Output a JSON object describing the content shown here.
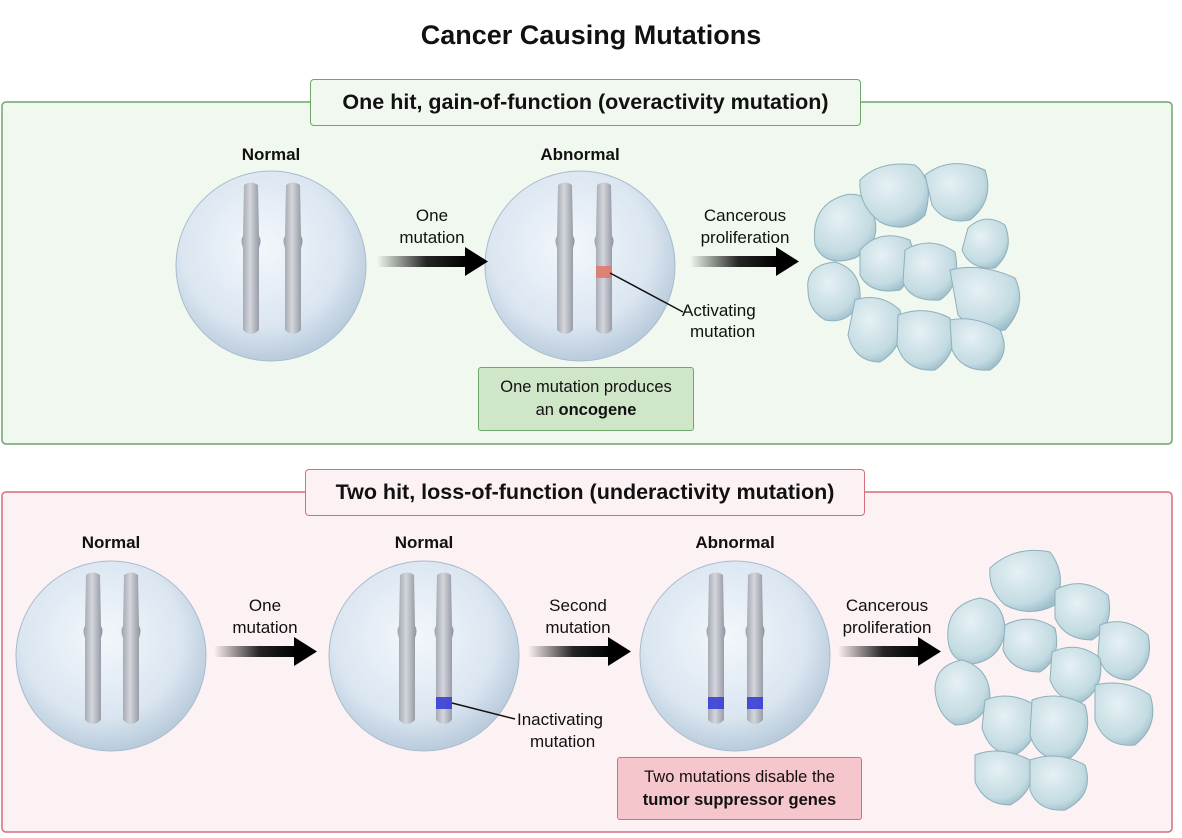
{
  "title": "Cancer Causing Mutations",
  "top_panel": {
    "banner": "One hit, gain-of-function (overactivity mutation)",
    "cell1_label": "Normal",
    "cell2_label": "Abnormal",
    "arrow1_line1": "One",
    "arrow1_line2": "mutation",
    "arrow2_line1": "Cancerous",
    "arrow2_line2": "proliferation",
    "callout_line1": "Activating",
    "callout_line2": "mutation",
    "note_line1": "One mutation produces",
    "note_line2_prefix": "an ",
    "note_line2_bold": "oncogene"
  },
  "bottom_panel": {
    "banner": "Two hit, loss-of-function (underactivity mutation)",
    "cell1_label": "Normal",
    "cell2_label": "Normal",
    "cell3_label": "Abnormal",
    "arrow1_line1": "One",
    "arrow1_line2": "mutation",
    "arrow2_line1": "Second",
    "arrow2_line2": "mutation",
    "arrow3_line1": "Cancerous",
    "arrow3_line2": "proliferation",
    "callout_line1": "Inactivating",
    "callout_line2": "mutation",
    "note_line1": "Two mutations disable the",
    "note_line2_bold": "tumor suppressor genes"
  },
  "colors": {
    "top_panel_bg": "#f1f8ef",
    "top_panel_border": "#6fa66a",
    "bottom_panel_bg": "#fcf1f3",
    "bottom_panel_border": "#d46f7c",
    "activating_mark": "#e07a6e",
    "inactivating_mark": "#3b3fd6",
    "cell_fill": "#d9e6f3",
    "chromosome": "#b9bcc6",
    "tumor_cell": "#c9dfe6"
  }
}
